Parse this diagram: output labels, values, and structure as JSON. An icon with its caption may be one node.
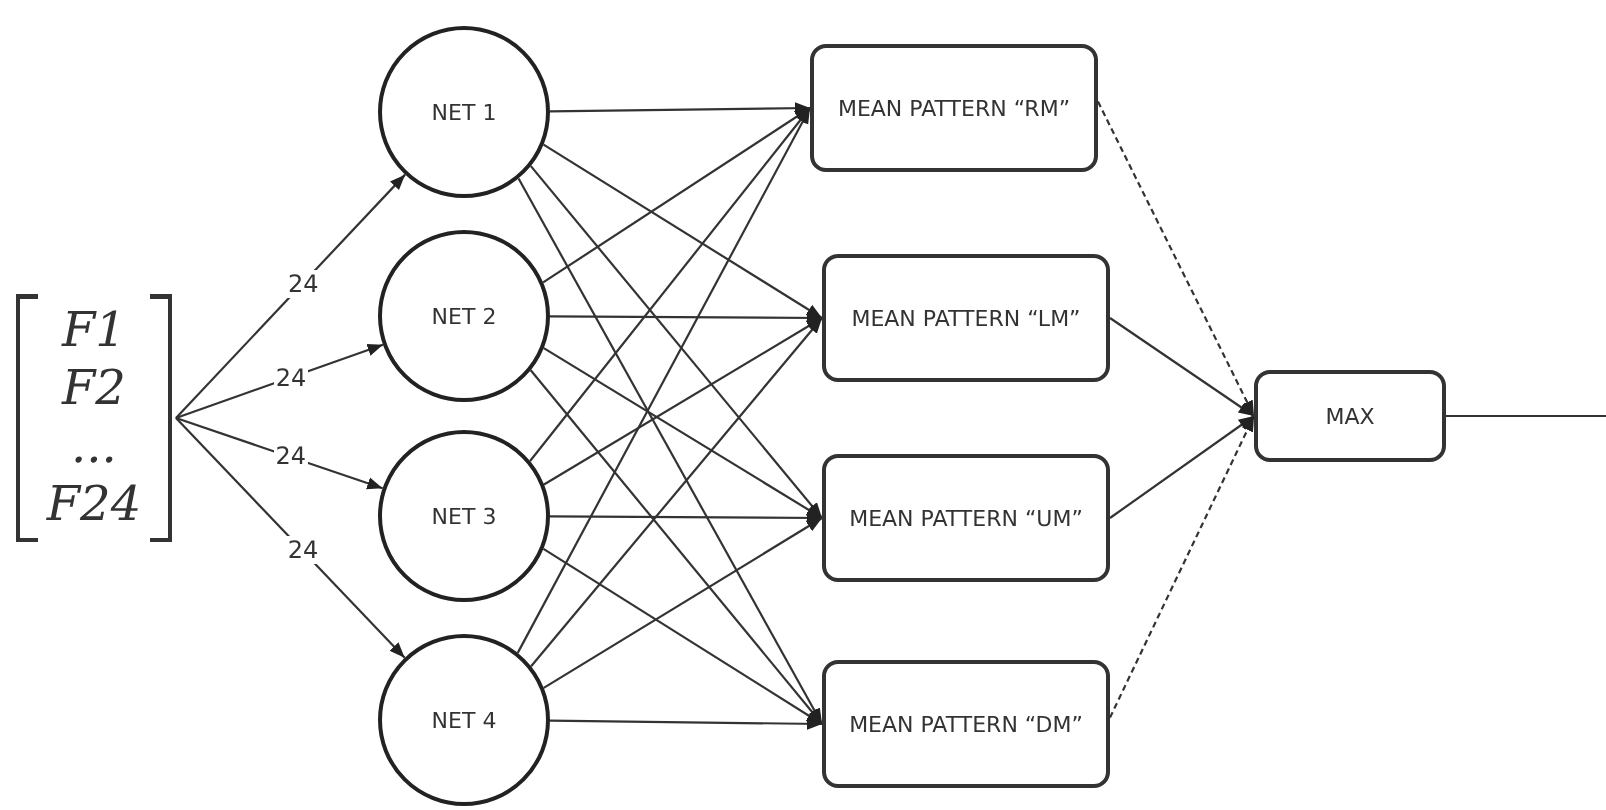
{
  "diagram": {
    "nodes": [
      {
        "text": [
          "F1 F2 ... F24"
        ]
      },
      {
        "text": [
          "NET 1"
        ]
      },
      {
        "text": [
          "NET 2"
        ]
      },
      {
        "text": [
          "NET 3"
        ]
      },
      {
        "text": [
          "NET 4"
        ]
      },
      {
        "text": [
          "MEAN PATTERN “RM”"
        ]
      },
      {
        "text": [
          "MEAN PATTERN “LM”"
        ]
      },
      {
        "text": [
          "MEAN PATTERN “UM”"
        ]
      },
      {
        "text": [
          "MEAN PATTERN “DM”"
        ]
      },
      {
        "text": [
          "MAX"
        ]
      }
    ],
    "edges": [
      {
        "from": 0,
        "to": 1,
        "arrow": "to",
        "label": "24"
      },
      {
        "from": 0,
        "to": 2,
        "arrow": "to",
        "label": "24"
      },
      {
        "from": 0,
        "to": 3,
        "arrow": "to",
        "label": "24"
      },
      {
        "from": 0,
        "to": 4,
        "arrow": "to",
        "label": "24"
      },
      {
        "from": 1,
        "to": 5,
        "arrow": "to"
      },
      {
        "from": 1,
        "to": 6,
        "arrow": "to"
      },
      {
        "from": 1,
        "to": 7,
        "arrow": "to"
      },
      {
        "from": 1,
        "to": 8,
        "arrow": "to"
      },
      {
        "from": 2,
        "to": 5,
        "arrow": "to"
      },
      {
        "from": 2,
        "to": 6,
        "arrow": "to"
      },
      {
        "from": 2,
        "to": 7,
        "arrow": "to"
      },
      {
        "from": 2,
        "to": 8,
        "arrow": "to"
      },
      {
        "from": 3,
        "to": 5,
        "arrow": "to"
      },
      {
        "from": 3,
        "to": 6,
        "arrow": "to"
      },
      {
        "from": 3,
        "to": 7,
        "arrow": "to"
      },
      {
        "from": 3,
        "to": 8,
        "arrow": "to"
      },
      {
        "from": 4,
        "to": 5,
        "arrow": "to"
      },
      {
        "from": 4,
        "to": 6,
        "arrow": "to"
      },
      {
        "from": 4,
        "to": 7,
        "arrow": "to"
      },
      {
        "from": 4,
        "to": 8,
        "arrow": "to"
      },
      {
        "from": 5,
        "to": 9,
        "arrow": "to",
        "style": "dashed"
      },
      {
        "from": 6,
        "to": 9,
        "arrow": "to"
      },
      {
        "from": 7,
        "to": 9,
        "arrow": "to"
      },
      {
        "from": 8,
        "to": 9,
        "arrow": "to",
        "style": "dashed"
      },
      {
        "from": 9,
        "to": null,
        "arrow": "none"
      }
    ]
  }
}
